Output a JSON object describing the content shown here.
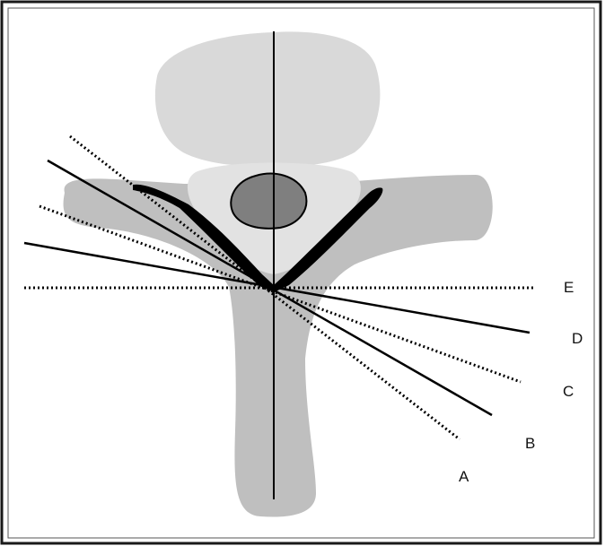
{
  "labels": {
    "a": "A",
    "b": "B",
    "c": "C",
    "d": "D",
    "e": "E"
  },
  "colors": {
    "frame": "#1a1a1a",
    "vertebral_body": "#d9d9d9",
    "posterior_arch": "#bfbfbf",
    "canal_area": "#e2e2e2",
    "spinal_cord": "#7f7f7f",
    "lamina_outline": "#000000",
    "lines": "#000000"
  }
}
